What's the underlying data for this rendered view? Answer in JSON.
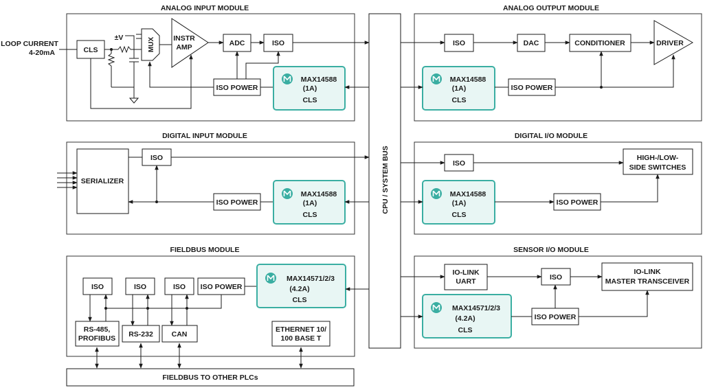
{
  "modules": {
    "analog_input": {
      "title": "ANALOG INPUT MODULE",
      "loop_current_line1": "LOOP CURRENT",
      "loop_current_line2": "4-20mA",
      "cls": "CLS",
      "supply": "±V",
      "mux": "MUX",
      "instr_line1": "INSTR",
      "instr_line2": "AMP",
      "adc": "ADC",
      "iso": "ISO",
      "iso_power": "ISO POWER",
      "max_name": "MAX14588",
      "max_current": "(1A)",
      "max_cls": "CLS"
    },
    "digital_input": {
      "title": "DIGITAL INPUT MODULE",
      "serializer": "SERIALIZER",
      "iso": "ISO",
      "iso_power": "ISO POWER",
      "max_name": "MAX14588",
      "max_current": "(1A)",
      "max_cls": "CLS"
    },
    "fieldbus": {
      "title": "FIELDBUS MODULE",
      "iso1": "ISO",
      "iso2": "ISO",
      "iso3": "ISO",
      "iso_power": "ISO POWER",
      "rs485_line1": "RS-485,",
      "rs485_line2": "PROFIBUS",
      "rs232": "RS-232",
      "can": "CAN",
      "ethernet_line1": "ETHERNET 10/",
      "ethernet_line2": "100 BASE T",
      "max_name": "MAX14571/2/3",
      "max_current": "(4.2A)",
      "max_cls": "CLS",
      "to_plcs": "FIELDBUS TO OTHER PLCs"
    },
    "analog_output": {
      "title": "ANALOG OUTPUT MODULE",
      "iso": "ISO",
      "dac": "DAC",
      "conditioner": "CONDITIONER",
      "driver": "DRIVER",
      "iso_power": "ISO POWER",
      "max_name": "MAX14588",
      "max_current": "(1A)",
      "max_cls": "CLS"
    },
    "digital_io": {
      "title": "DIGITAL I/O MODULE",
      "iso": "ISO",
      "switches_line1": "HIGH-/LOW-",
      "switches_line2": "SIDE SWITCHES",
      "iso_power": "ISO POWER",
      "max_name": "MAX14588",
      "max_current": "(1A)",
      "max_cls": "CLS"
    },
    "sensor_io": {
      "title": "SENSOR I/O MODULE",
      "uart_line1": "IO-LINK",
      "uart_line2": "UART",
      "iso": "ISO",
      "transceiver_line1": "IO-LINK",
      "transceiver_line2": "MASTER TRANSCEIVER",
      "iso_power": "ISO POWER",
      "max_name": "MAX14571/2/3",
      "max_current": "(4.2A)",
      "max_cls": "CLS"
    }
  },
  "bus_label": "CPU / SYSTEM BUS",
  "colors": {
    "max_fill": "#e8f6f4",
    "max_stroke": "#3aaea2"
  },
  "icons": {
    "maxim_logo": "maxim-logo-icon",
    "arrow": "arrowhead"
  }
}
